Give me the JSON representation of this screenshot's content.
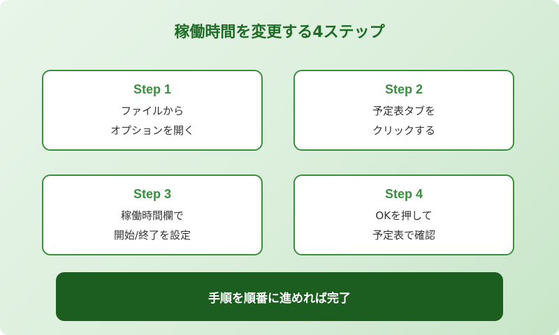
{
  "title": "稼働時間を変更する4ステップ",
  "steps": [
    {
      "label": "Step 1",
      "line1": "ファイルから",
      "line2": "オプションを開く"
    },
    {
      "label": "Step 2",
      "line1": "予定表タブを",
      "line2": "クリックする"
    },
    {
      "label": "Step 3",
      "line1": "稼働時間欄で",
      "line2": "開始/終了を設定"
    },
    {
      "label": "Step 4",
      "line1": "OKを押して",
      "line2": "予定表で確認"
    }
  ],
  "banner": {
    "text": "手順を順番に進めれば完了"
  },
  "colors": {
    "title": "#1e6b25",
    "step_label": "#3a8f3e",
    "card_border": "#3a8f3e",
    "banner_bg": "#1c5e20",
    "bg_start": "#e8f5e9",
    "bg_end": "#c8e6c9"
  }
}
